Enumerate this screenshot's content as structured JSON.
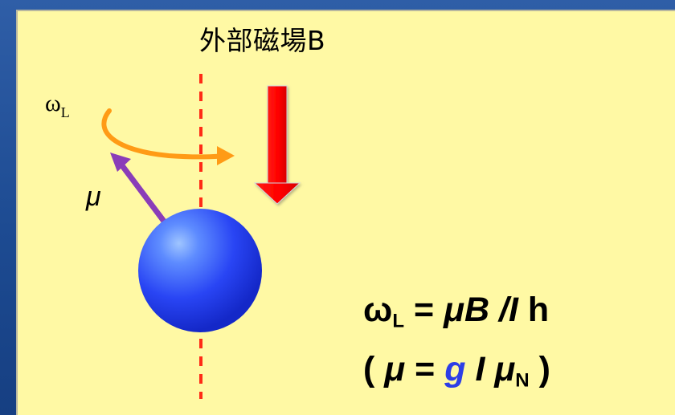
{
  "diagram": {
    "field_label": "外部磁場B",
    "omega_label": {
      "symbol": "ω",
      "subscript": "L"
    },
    "mu_label": "μ",
    "equation_1": {
      "omega": "ω",
      "subscript": "L",
      "equals": " = ",
      "mu": "μ",
      "B": "B",
      "slash_I": " /I",
      "h": " h"
    },
    "equation_2": {
      "open": "( ",
      "mu": "μ",
      "equals": " = ",
      "g": "g",
      "I": " I ",
      "mu_n": "μ",
      "subscript": "N",
      "close": " )"
    },
    "colors": {
      "background_outer": "#1f4f95",
      "panel_fill": "#fff9a4",
      "axis_color": "#ff2b16",
      "arrow_red": "#f00000",
      "arrow_orange": "#ff9b16",
      "arrow_purple": "#8a3db8",
      "sphere_blue": "#2b4cff",
      "equation_highlight": "#2d3ee6"
    },
    "icons": {
      "sphere": "particle-sphere",
      "field_arrow": "magnetic-field-arrow",
      "rotation_arrow": "precession-arrow",
      "moment_arrow": "magnetic-moment-arrow"
    }
  }
}
